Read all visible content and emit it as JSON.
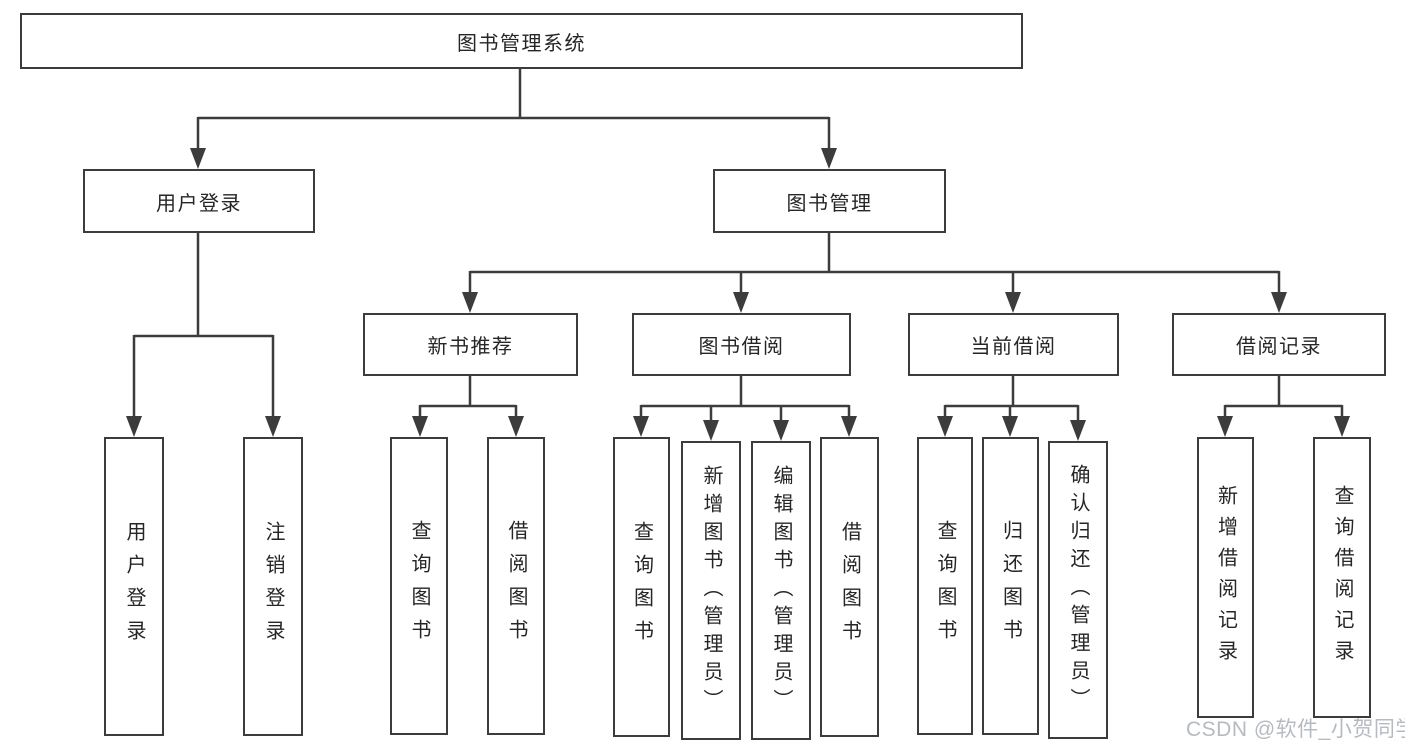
{
  "tree": {
    "root": {
      "label": "图书管理系统"
    },
    "branches": {
      "user_login": {
        "label": "用户登录",
        "children": [
          "用户登录",
          "注销登录"
        ]
      },
      "book_management": {
        "label": "图书管理",
        "modules": {
          "new_book_recommend": {
            "label": "新书推荐",
            "children": [
              "查询图书",
              "借阅图书"
            ]
          },
          "book_borrow": {
            "label": "图书借阅",
            "children": [
              "查询图书",
              "新增图书（管理员）",
              "编辑图书（管理员）",
              "借阅图书"
            ]
          },
          "current_borrow": {
            "label": "当前借阅",
            "children": [
              "查询图书",
              "归还图书",
              "确认归还（管理员）"
            ]
          },
          "borrow_records": {
            "label": "借阅记录",
            "children": [
              "新增借阅记录",
              "查询借阅记录"
            ]
          }
        }
      }
    }
  },
  "watermark": "CSDN @软件_小贺同学",
  "colors": {
    "line": "#3c3c3c",
    "text": "#262626",
    "background": "#ffffff",
    "watermark": "#b6bac1"
  }
}
